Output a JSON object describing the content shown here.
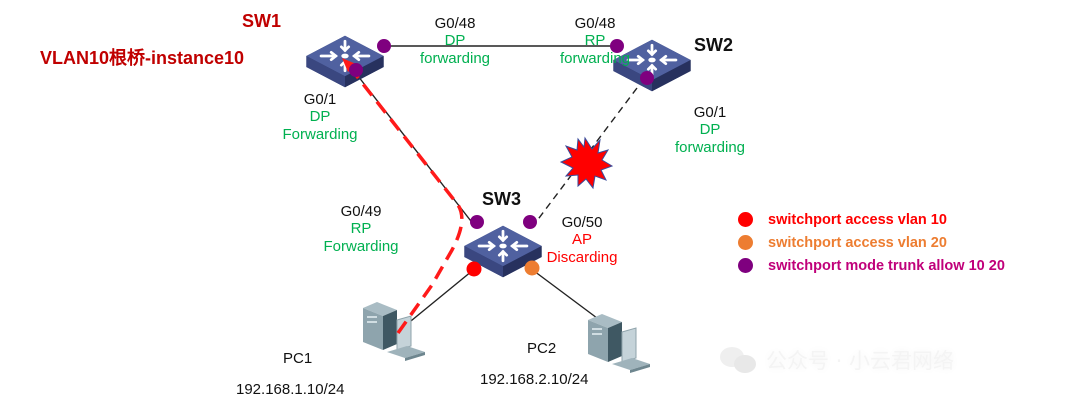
{
  "diagram": {
    "switches": [
      {
        "id": "SW1",
        "name": "SW1",
        "note": "VLAN10根桥-instance10"
      },
      {
        "id": "SW2",
        "name": "SW2"
      },
      {
        "id": "SW3",
        "name": "SW3"
      }
    ],
    "ports": {
      "sw1_g048": {
        "name": "G0/48",
        "role": "DP",
        "state": "forwarding"
      },
      "sw2_g048": {
        "name": "G0/48",
        "role": "RP",
        "state": "forwarding"
      },
      "sw1_g01": {
        "name": "G0/1",
        "role": "DP",
        "state": "Forwarding"
      },
      "sw2_g01": {
        "name": "G0/1",
        "role": "DP",
        "state": "forwarding"
      },
      "sw3_g049": {
        "name": "G0/49",
        "role": "RP",
        "state": "Forwarding"
      },
      "sw3_g050": {
        "name": "G0/50",
        "role": "AP",
        "state": "Discarding"
      }
    },
    "hosts": [
      {
        "name": "PC1",
        "ip": "192.168.1.10/24"
      },
      {
        "name": "PC2",
        "ip": "192.168.2.10/24"
      }
    ],
    "links": [
      {
        "from": "SW1 G0/48",
        "to": "SW2 G0/48",
        "style": "solid"
      },
      {
        "from": "SW1 G0/1",
        "to": "SW3 G0/49",
        "style": "solid"
      },
      {
        "from": "SW2 G0/1",
        "to": "SW3 G0/50",
        "style": "dashed",
        "status": "blocked"
      },
      {
        "from": "SW3",
        "to": "PC1",
        "style": "solid"
      },
      {
        "from": "SW3",
        "to": "PC2",
        "style": "solid"
      }
    ],
    "traffic_path": {
      "description": "PC1 → SW3 → SW1 (VLAN10)",
      "color": "#ff0000"
    },
    "failure_marker": "blocked-link-burst"
  },
  "legend": [
    {
      "label": "switchport access vlan 10",
      "dot_color": "#ff0000",
      "text_color": "#ff0000"
    },
    {
      "label": "switchport access vlan 20",
      "dot_color": "#ed7d31",
      "text_color": "#ed7d31"
    },
    {
      "label": "switchport mode trunk allow 10 20",
      "dot_color": "#7f007f",
      "text_color": "#c0007a"
    }
  ],
  "colors": {
    "forwarding": "#00b050",
    "discarding": "#ff0000",
    "switch_top": "#4a5a94",
    "switch_side": "#2e3a6e",
    "trunk_dot": "#7f007f"
  },
  "watermark": {
    "text": "公众号 · 小云君网络"
  }
}
